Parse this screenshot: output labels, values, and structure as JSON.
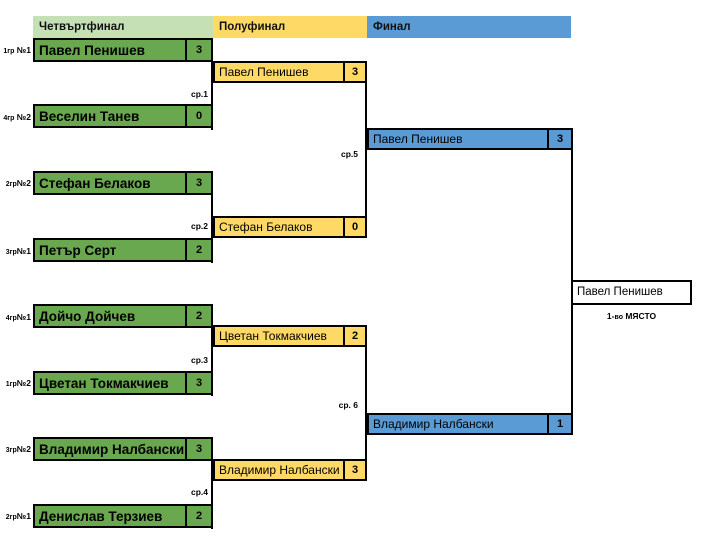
{
  "headers": {
    "quarterfinal": "Четвъртфинал",
    "semifinal": "Полуфинал",
    "final": "Финал"
  },
  "colors": {
    "quarterfinal_header": "#c5e0b4",
    "quarterfinal_box": "#6aa84f",
    "semifinal": "#ffd966",
    "final": "#5b9bd5",
    "line": "#000000",
    "winner_box": "#ffffff"
  },
  "seeds": [
    {
      "group": "1гр",
      "number": "№1"
    },
    {
      "group": "4гр",
      "number": "№2"
    },
    {
      "group": "2гр",
      "number": "№2"
    },
    {
      "group": "3гр",
      "number": "№1"
    },
    {
      "group": "4гр",
      "number": "№1"
    },
    {
      "group": "1гр",
      "number": "№2"
    },
    {
      "group": "3гр",
      "number": "№2"
    },
    {
      "group": "2гр",
      "number": "№1"
    }
  ],
  "quarterfinals": [
    {
      "name": "Павел Пенишев",
      "score": "3"
    },
    {
      "name": "Веселин Танев",
      "score": "0"
    },
    {
      "name": "Стефан Белаков",
      "score": "3"
    },
    {
      "name": "Петър Серт",
      "score": "2"
    },
    {
      "name": "Дойчо Дойчев",
      "score": "2"
    },
    {
      "name": "Цветан Токмакчиев",
      "score": "3"
    },
    {
      "name": "Владимир Налбански",
      "score": "3"
    },
    {
      "name": "Денислав Терзиев",
      "score": "2"
    }
  ],
  "semifinals": [
    {
      "name": "Павел Пенишев",
      "score": "3"
    },
    {
      "name": "Стефан Белаков",
      "score": "0"
    },
    {
      "name": "Цветан Токмакчиев",
      "score": "2"
    },
    {
      "name": "Владимир Налбански",
      "score": "3"
    }
  ],
  "finals": [
    {
      "name": "Павел Пенишев",
      "score": "3"
    },
    {
      "name": "Владимир Налбански",
      "score": "1"
    }
  ],
  "match_labels": {
    "m1": "ср.1",
    "m2": "ср.2",
    "m3": "ср.3",
    "m4": "ср.4",
    "m5": "ср.5",
    "m6": "ср. 6"
  },
  "winner": {
    "name": "Павел Пенишев",
    "place_prefix": "1-",
    "place_small": "во",
    "place_suffix": " МЯСТО"
  }
}
